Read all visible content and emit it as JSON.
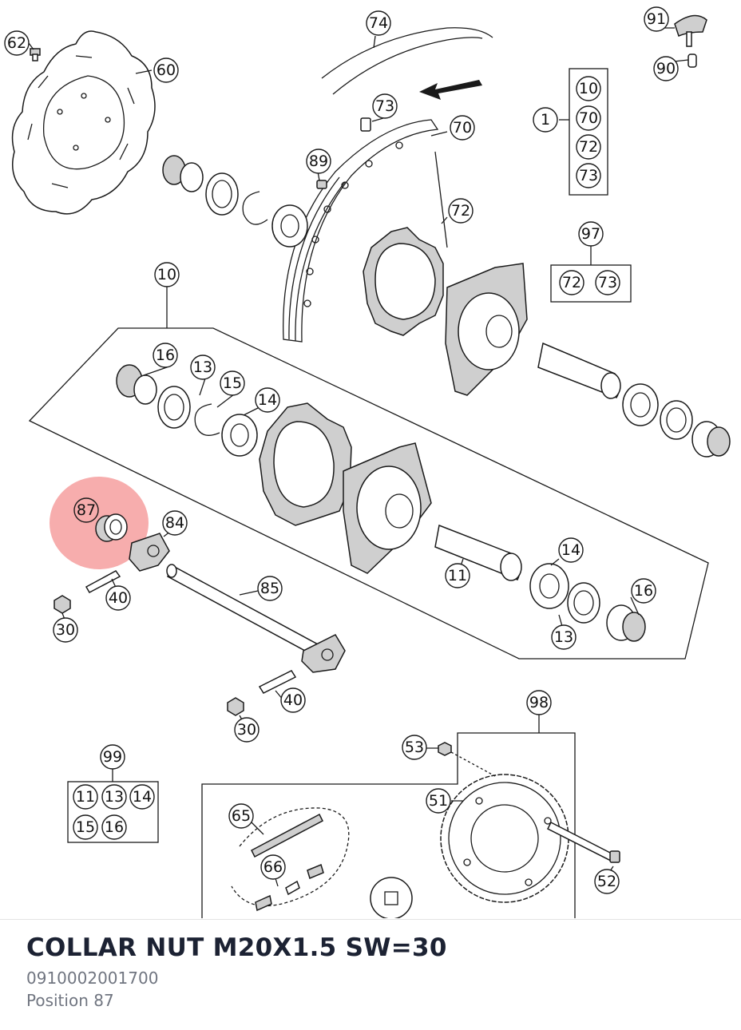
{
  "part": {
    "title": "COLLAR NUT M20X1.5 SW=30",
    "number": "0910002001700",
    "position": "Position 87"
  },
  "highlight_color": "#f06a6a",
  "callouts": {
    "c62": "62",
    "c60": "60",
    "c74": "74",
    "c73a": "73",
    "c70": "70",
    "c89": "89",
    "c72": "72",
    "c91": "91",
    "c90": "90",
    "g1": "1",
    "g1_10": "10",
    "g1_70": "70",
    "g1_72": "72",
    "g1_73": "73",
    "c97": "97",
    "g97_72": "72",
    "g97_73": "73",
    "c10": "10",
    "c16a": "16",
    "c13a": "13",
    "c15": "15",
    "c14a": "14",
    "c87": "87",
    "c84": "84",
    "c40a": "40",
    "c30a": "30",
    "c85": "85",
    "c11": "11",
    "c14b": "14",
    "c16b": "16",
    "c13b": "13",
    "c40b": "40",
    "c30b": "30",
    "c99": "99",
    "g99_11": "11",
    "g99_13": "13",
    "g99_14": "14",
    "g99_15": "15",
    "g99_16": "16",
    "c98": "98",
    "c53": "53",
    "c51": "51",
    "c52": "52",
    "c65": "65",
    "c66": "66"
  }
}
